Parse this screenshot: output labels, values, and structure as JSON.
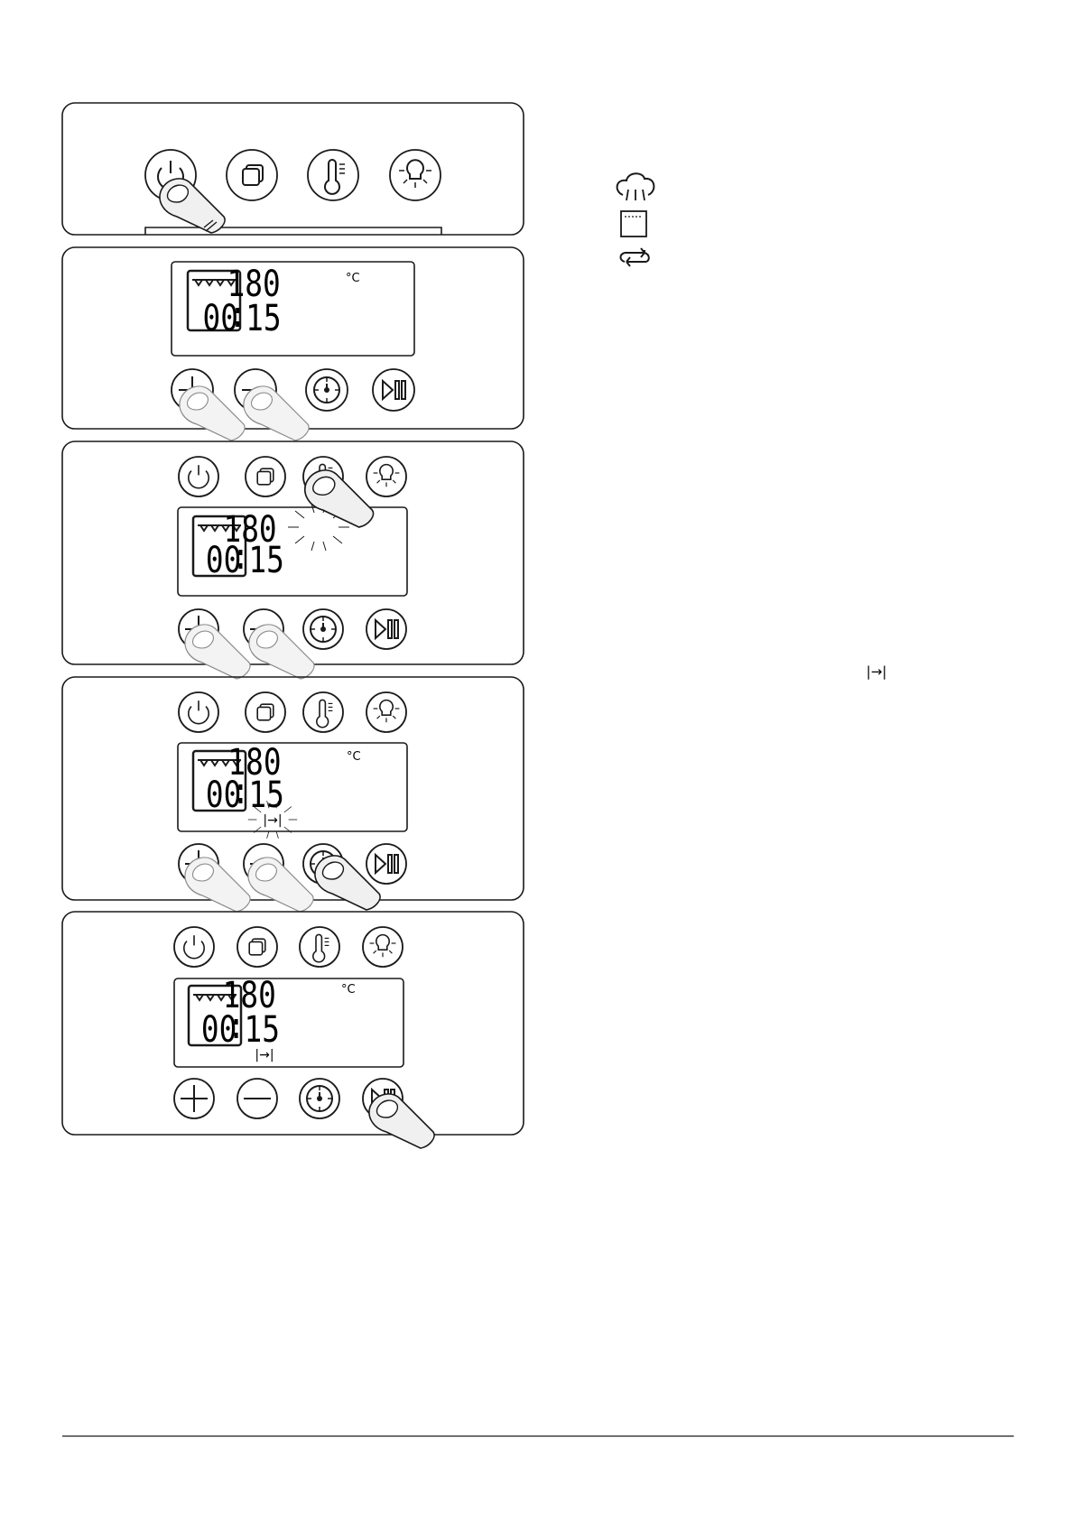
{
  "display": {
    "temperature": "180",
    "unit": "°C",
    "time_hours": "00",
    "time_minutes": "15",
    "duration_symbol": "|→|"
  },
  "legend": {
    "icons": [
      "steam-icon",
      "oven-cavity-icon",
      "cycle-arrows-icon"
    ]
  },
  "side_symbol": "|→|",
  "colors": {
    "stroke": "#1a1a1a",
    "finger_fill": "#f0f0f0",
    "background": "#ffffff"
  }
}
